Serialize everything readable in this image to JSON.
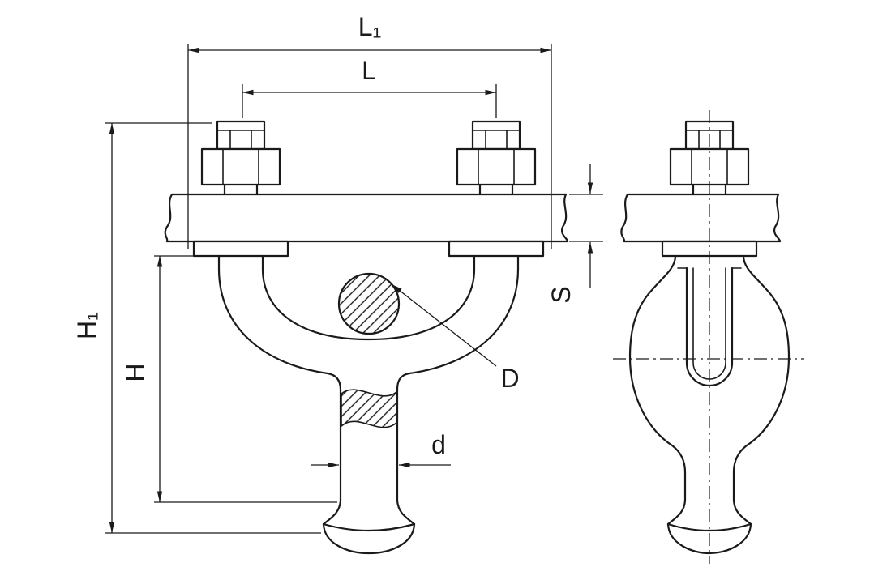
{
  "drawing": {
    "type": "technical-dimension-drawing",
    "views": {
      "front_view": "clevis-ball-fitting-front",
      "side_view": "clevis-ball-fitting-side"
    },
    "labels": {
      "L1": "L₁",
      "L": "L",
      "H1": "H₁",
      "H": "H",
      "S": "S",
      "D": "D",
      "d": "d"
    },
    "colors": {
      "line": "#1a1a1a",
      "background": "#ffffff"
    }
  }
}
